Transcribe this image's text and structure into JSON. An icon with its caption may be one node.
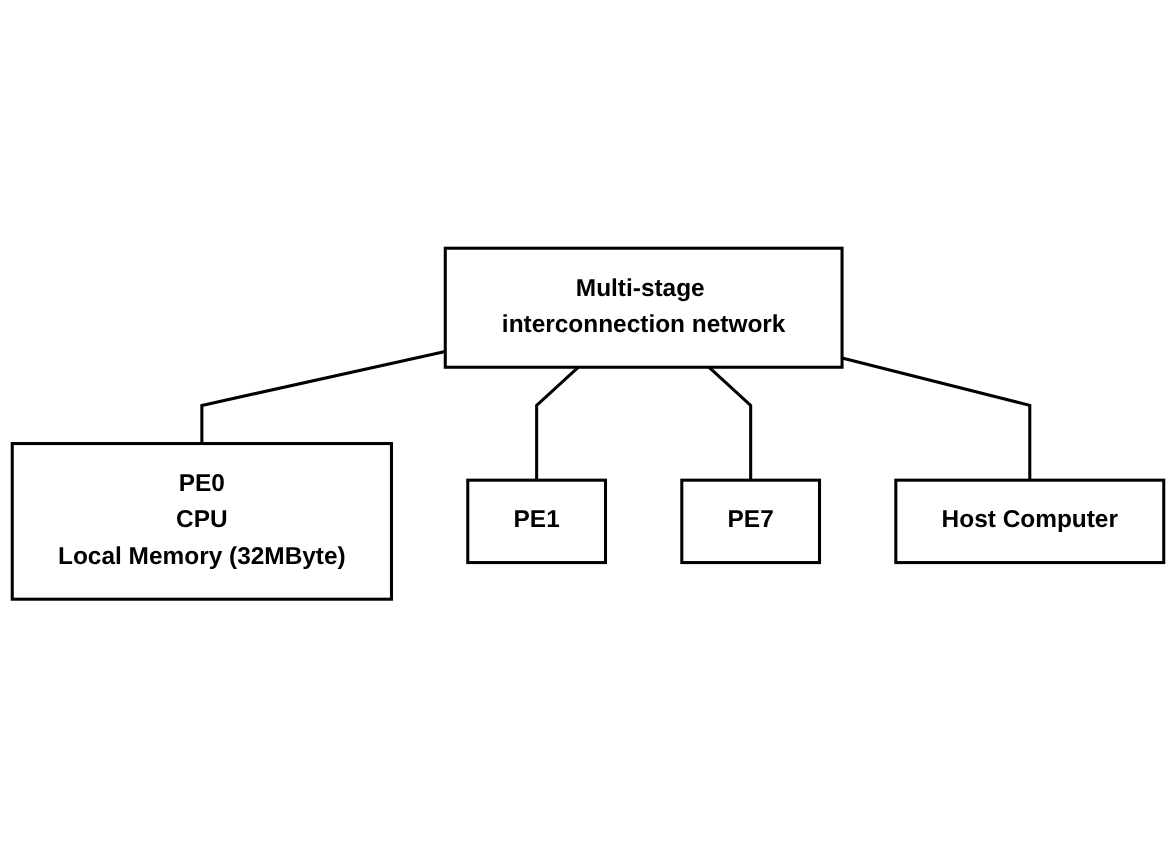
{
  "diagram": {
    "nodes": [
      {
        "text": [
          "Multi-stage interconnection network"
        ]
      },
      {
        "text": [
          "PE0",
          "CPU",
          "Local Memory (32MByte)"
        ]
      },
      {
        "text": [
          "PE1"
        ]
      },
      {
        "text": [
          "PE7"
        ]
      },
      {
        "text": [
          "Host Computer"
        ]
      }
    ],
    "edges": [
      {
        "from": 0,
        "to": 1,
        "arrow": "none"
      },
      {
        "from": 0,
        "to": 2,
        "arrow": "none"
      },
      {
        "from": 0,
        "to": 3,
        "arrow": "none"
      },
      {
        "from": 0,
        "to": 4,
        "arrow": "none"
      }
    ]
  }
}
